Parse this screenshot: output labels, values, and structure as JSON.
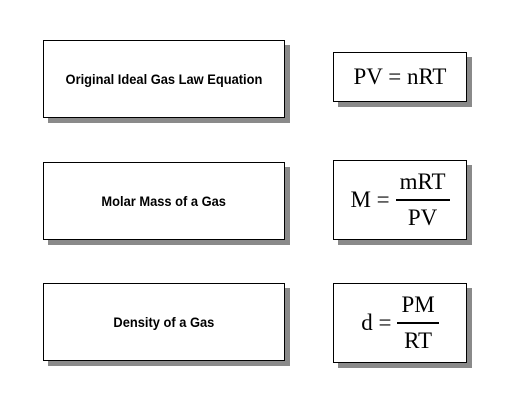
{
  "rows": [
    {
      "label": "Original Ideal Gas Law Equation",
      "equation": {
        "text": "PV = nRT"
      }
    },
    {
      "label": "Molar Mass of a Gas",
      "equation": {
        "lhs": "M =",
        "numerator": "mRT",
        "denominator": "PV"
      }
    },
    {
      "label": "Density of a Gas",
      "equation": {
        "lhs": "d =",
        "numerator": "PM",
        "denominator": "RT"
      }
    }
  ]
}
